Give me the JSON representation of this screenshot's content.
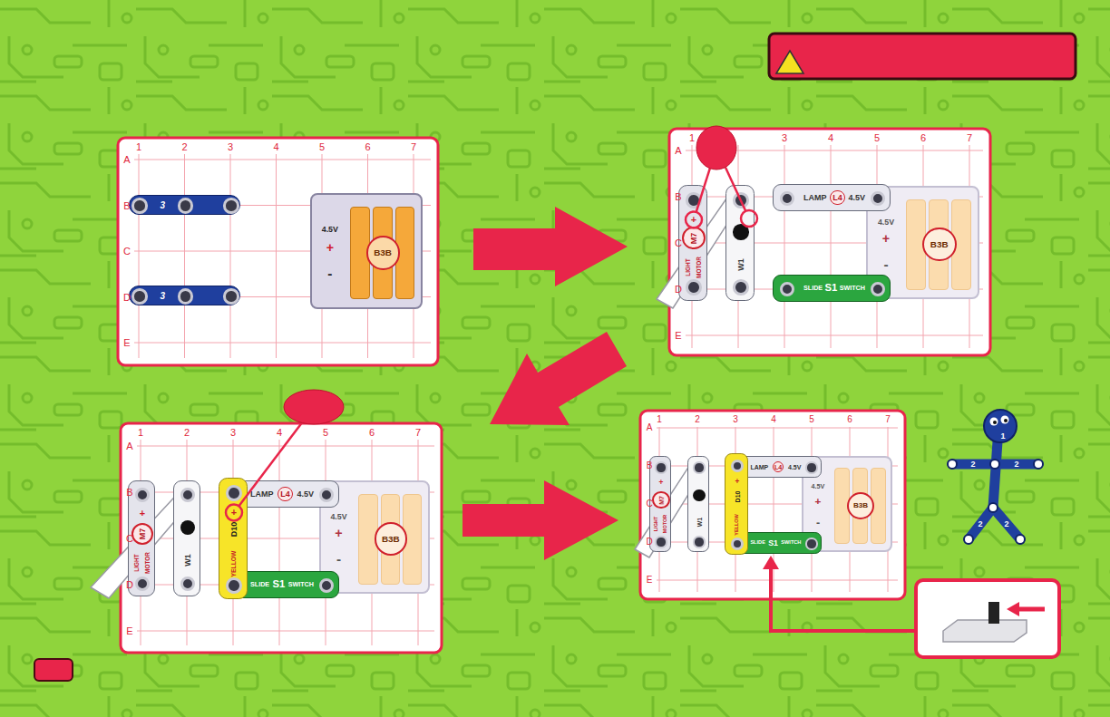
{
  "diagram": {
    "nodes": [
      {
        "text": [
          "3"
        ]
      },
      {
        "text": [
          "3"
        ]
      },
      {
        "text": [
          "4.5V",
          "+",
          "-",
          "B3B"
        ]
      },
      {
        "text": [
          "+",
          "M7",
          "LIGHT",
          "MOTOR"
        ]
      },
      {
        "text": [
          "W1"
        ]
      },
      {
        "text": [
          "LAMP",
          "L4",
          "4.5V"
        ]
      },
      {
        "text": [
          "SLIDE",
          "S1",
          "SWITCH"
        ]
      },
      {
        "text": [
          "4.5V",
          "+",
          "-",
          "B3B"
        ]
      },
      {
        "text": [
          "+",
          "M7",
          "LIGHT",
          "MOTOR"
        ]
      },
      {
        "text": [
          "W1"
        ]
      },
      {
        "text": [
          "+",
          "D10",
          "YELLOW"
        ]
      },
      {
        "text": [
          "LAMP",
          "L4",
          "4.5V"
        ]
      },
      {
        "text": [
          "SLIDE",
          "S1",
          "SWITCH"
        ]
      },
      {
        "text": [
          "4.5V",
          "+",
          "-",
          "B3B"
        ]
      },
      {
        "text": [
          "+",
          "M7",
          "LIGHT",
          "MOTOR"
        ]
      },
      {
        "text": [
          "W1"
        ]
      },
      {
        "text": [
          "+",
          "D10",
          "YELLOW"
        ]
      },
      {
        "text": [
          "LAMP",
          "L4",
          "4.5V"
        ]
      },
      {
        "text": [
          "SLIDE",
          "S1",
          "SWITCH"
        ]
      },
      {
        "text": [
          "4.5V",
          "+",
          "-",
          "B3B"
        ]
      }
    ],
    "labels": [
      "1",
      "2",
      "3",
      "4",
      "5",
      "6",
      "7",
      "A",
      "B",
      "C",
      "D",
      "E",
      "1",
      "3",
      "4",
      "5",
      "6",
      "7",
      "A",
      "B",
      "C",
      "D",
      "E",
      "1",
      "2",
      "3",
      "4",
      "5",
      "6",
      "7",
      "A",
      "B",
      "C",
      "D",
      "E",
      "1",
      "2",
      "3",
      "4",
      "5",
      "6",
      "7",
      "A",
      "B",
      "C",
      "D",
      "E",
      "1",
      "2",
      "2",
      "2",
      "2"
    ]
  }
}
